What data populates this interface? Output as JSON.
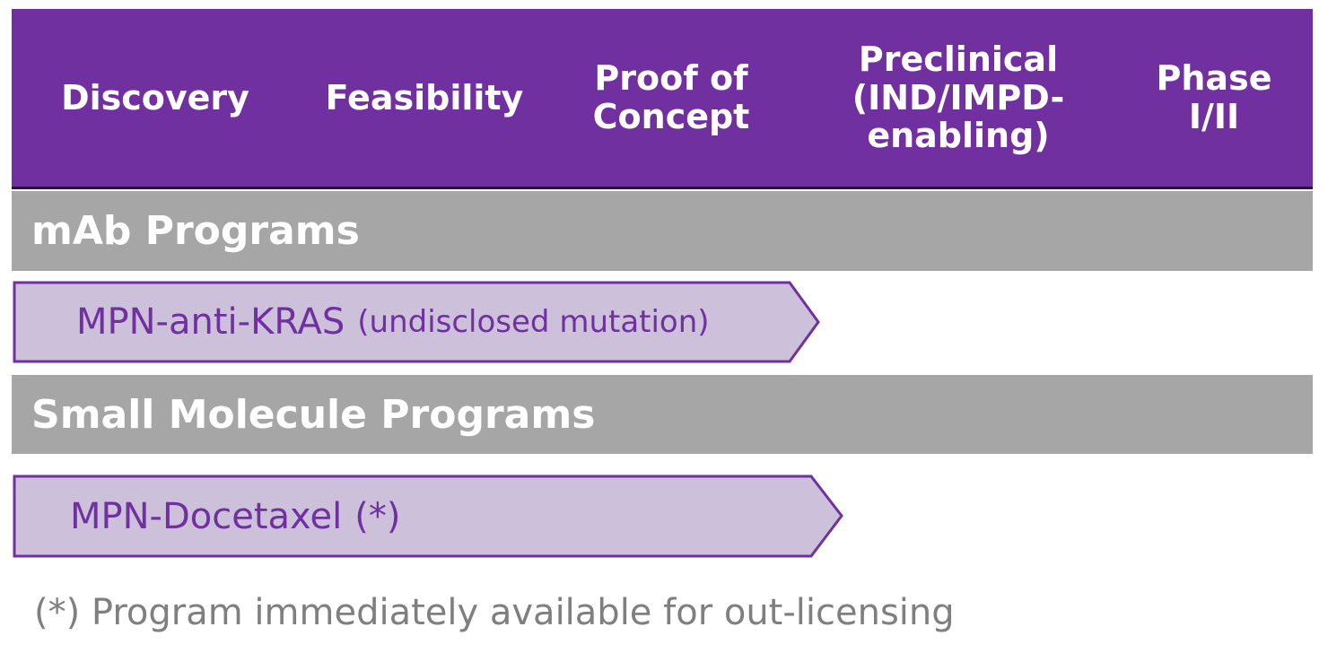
{
  "header": {
    "columns": [
      "Discovery",
      "Feasibility",
      "Proof of\nConcept",
      "Preclinical\n(IND/IMPD-\nenabling)",
      "Phase\nI/II"
    ]
  },
  "sections": [
    {
      "title": "mAb Programs",
      "program": {
        "name": "MPN-anti-KRAS",
        "detail": "(undisclosed mutation)",
        "stage": "Proof of Concept"
      }
    },
    {
      "title": "Small Molecule Programs",
      "program": {
        "name": "MPN-Docetaxel",
        "detail": "(*)",
        "stage": "Proof of Concept"
      }
    }
  ],
  "footnote": "(*) Program immediately available for out-licensing",
  "colors": {
    "header_bg": "#7030a0",
    "band_bg": "#a6a6a6",
    "arrow_fill": "#ccc0da",
    "arrow_stroke": "#7030a0",
    "footnote_text": "#7f7f7f"
  }
}
